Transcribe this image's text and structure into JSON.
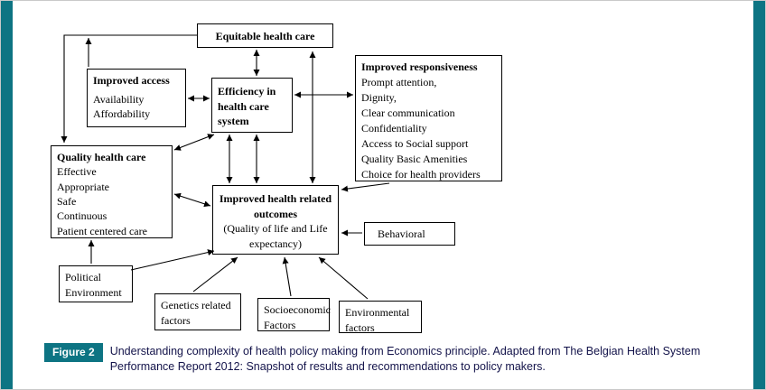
{
  "figure": {
    "label": "Figure 2",
    "caption": "Understanding complexity of health policy making from Economics principle. Adapted from The Belgian Health System Performance Report 2012: Snapshot of results and recommendations to policy makers."
  },
  "colors": {
    "accent_teal": "#0d7483",
    "caption_text": "#13134a",
    "diagram_line": "#000000",
    "box_background": "#ffffff"
  },
  "diagram": {
    "nodes": {
      "equitable": {
        "title": "Equitable health care"
      },
      "improved_access": {
        "title": "Improved access",
        "items": [
          "Availability",
          "Affordability"
        ]
      },
      "efficiency": {
        "title": "Efficiency in health care system"
      },
      "responsiveness": {
        "title": "Improved responsiveness",
        "items": [
          "Prompt attention,",
          "Dignity,",
          "Clear communication",
          "Confidentiality",
          "Access to Social support",
          "Quality Basic Amenities",
          "Choice for health providers"
        ]
      },
      "quality": {
        "title": "Quality health care",
        "items": [
          "Effective",
          "Appropriate",
          "Safe",
          "Continuous",
          "Patient centered care"
        ]
      },
      "outcomes": {
        "title": "Improved health related outcomes",
        "subtitle": "(Quality of life and Life expectancy)"
      },
      "behavioral": {
        "title": "Behavioral"
      },
      "political": {
        "title": "Political Environment"
      },
      "genetics": {
        "title": "Genetics related factors"
      },
      "socioeconomic": {
        "title": "Socioeconomic Factors"
      },
      "environmental": {
        "title": "Environmental factors"
      }
    }
  }
}
